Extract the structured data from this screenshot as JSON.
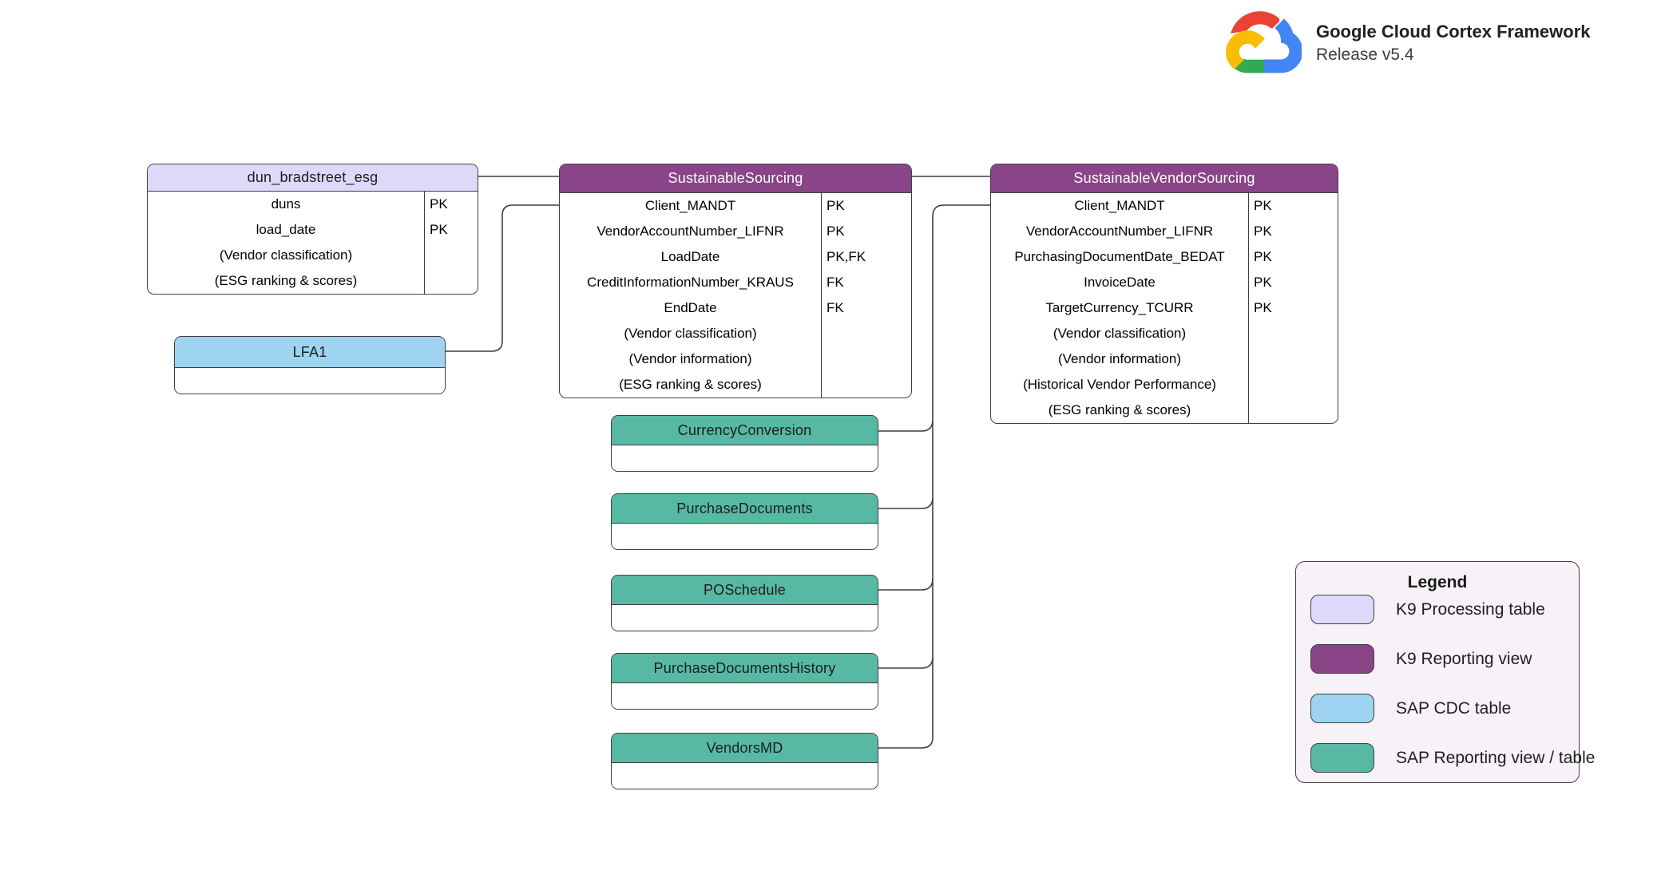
{
  "branding": {
    "title": "Google Cloud Cortex Framework",
    "subtitle": "Release v5.4"
  },
  "colors": {
    "k9_processing": "#dcdaf8",
    "k9_reporting": "#8a4588",
    "sap_cdc": "#9ed4f1",
    "sap_reporting": "#57b9a3",
    "legend_bg": "#f7f2f7",
    "line": "#3f3f3f"
  },
  "tables": [
    {
      "name": "dun_bradstreet_esg",
      "type": "k9_processing",
      "rows": [
        {
          "name": "duns",
          "key": "PK"
        },
        {
          "name": "load_date",
          "key": "PK"
        },
        {
          "name": "(Vendor classification)",
          "key": ""
        },
        {
          "name": "(ESG ranking & scores)",
          "key": ""
        }
      ]
    },
    {
      "name": "SustainableSourcing",
      "type": "k9_reporting",
      "rows": [
        {
          "name": "Client_MANDT",
          "key": "PK"
        },
        {
          "name": "VendorAccountNumber_LIFNR",
          "key": "PK"
        },
        {
          "name": "LoadDate",
          "key": "PK,FK"
        },
        {
          "name": "CreditInformationNumber_KRAUS",
          "key": "FK"
        },
        {
          "name": "EndDate",
          "key": "FK"
        },
        {
          "name": "(Vendor classification)",
          "key": ""
        },
        {
          "name": "(Vendor information)",
          "key": ""
        },
        {
          "name": "(ESG ranking & scores)",
          "key": ""
        }
      ]
    },
    {
      "name": "SustainableVendorSourcing",
      "type": "k9_reporting",
      "rows": [
        {
          "name": "Client_MANDT",
          "key": "PK"
        },
        {
          "name": "VendorAccountNumber_LIFNR",
          "key": "PK"
        },
        {
          "name": "PurchasingDocumentDate_BEDAT",
          "key": "PK"
        },
        {
          "name": "InvoiceDate",
          "key": "PK"
        },
        {
          "name": "TargetCurrency_TCURR",
          "key": "PK"
        },
        {
          "name": "(Vendor classification)",
          "key": ""
        },
        {
          "name": "(Vendor information)",
          "key": ""
        },
        {
          "name": "(Historical Vendor Performance)",
          "key": ""
        },
        {
          "name": "(ESG ranking & scores)",
          "key": ""
        }
      ]
    },
    {
      "name": "LFA1",
      "type": "sap_cdc",
      "rows": []
    },
    {
      "name": "CurrencyConversion",
      "type": "sap_reporting",
      "rows": []
    },
    {
      "name": "PurchaseDocuments",
      "type": "sap_reporting",
      "rows": []
    },
    {
      "name": "POSchedule",
      "type": "sap_reporting",
      "rows": []
    },
    {
      "name": "PurchaseDocumentsHistory",
      "type": "sap_reporting",
      "rows": []
    },
    {
      "name": "VendorsMD",
      "type": "sap_reporting",
      "rows": []
    }
  ],
  "legend": {
    "title": "Legend",
    "items": [
      {
        "label": "K9 Processing table",
        "color": "#dcdaf8"
      },
      {
        "label": "K9 Reporting view",
        "color": "#8a4588"
      },
      {
        "label": "SAP CDC table",
        "color": "#9ed4f1"
      },
      {
        "label": "SAP Reporting view / table",
        "color": "#57b9a3"
      }
    ]
  }
}
